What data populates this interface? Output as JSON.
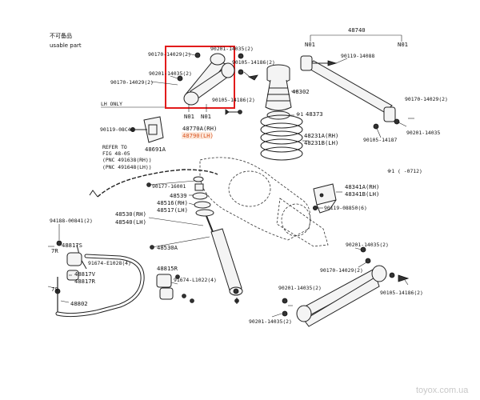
{
  "header_note": {
    "line1": "不可备品",
    "line2": "usable part"
  },
  "watermark": "toyox.com.ua",
  "colors": {
    "highlight_box": "#e21b1b",
    "highlight_label": "#d9531e"
  },
  "labels": {
    "p48740": "48740",
    "n01_left": "N01",
    "n01_right": "N01",
    "p90119_14088": "90119-14088",
    "p90170_14029_tr": "90170-14029(2)",
    "p90201_14035_r": "90201-14035",
    "p90105_14187": "90105-14187",
    "p90170_14029_a": "90170-14029(2)",
    "p90201_14035_a": "90201-14035(2)",
    "p90105_14186_a": "90105-14186(2)",
    "p90201_14035_b": "90201-14035(2)",
    "p90170_14029_b": "90170-14029(2)",
    "p90105_14186_b": "90105-14186(2)",
    "n01_a": "N01",
    "n01_b": "N01",
    "p48770A": "48770A(RH)",
    "p48790": "48790(LH)",
    "lh_only": "LH ONLY",
    "p90119_08C48": "90119-08C48",
    "p48691A": "48691A",
    "p48302": "48302",
    "p48373": "48373",
    "p48373_mark": "※1",
    "p48231A": "48231A(RH)",
    "p48231B": "48231B(LH)",
    "refer1": "REFER TO",
    "refer2": "FIG 48-05",
    "refer3": "(PNC 491638(RH))",
    "refer4": "(PNC 491648(LH))",
    "footnote": "※1 ( -0712)",
    "p90177_16001": "90177-16001",
    "p48539": "48539",
    "p48516": "48516(RH)",
    "p48517": "48517(LH)",
    "p48530RH": "48530(RH)",
    "p48540LH": "48540(LH)",
    "p48530A": "48530A",
    "p48341A": "48341A(RH)",
    "p48341B": "48341B(LH)",
    "p90119_08850": "90119-08850(6)",
    "p94188": "94188-00841(2)",
    "p48817S": "48817S",
    "p7R": "7R",
    "p91674_E1028": "91674-E1028(4)",
    "p48817V": "48817V",
    "p48817R": "48817R",
    "p7S": "7S",
    "p48815R": "48815R",
    "p91674_L1022": "91674-L1022(4)",
    "p48802": "48802",
    "p90201_14035_c": "90201-14035(2)",
    "p90170_14029_c": "90170-14029(2)",
    "p90105_14186_c": "90105-14186(2)",
    "p90201_14035_d": "90201-14035(2)",
    "p90201_14035_e": "90201-14035(2)"
  }
}
